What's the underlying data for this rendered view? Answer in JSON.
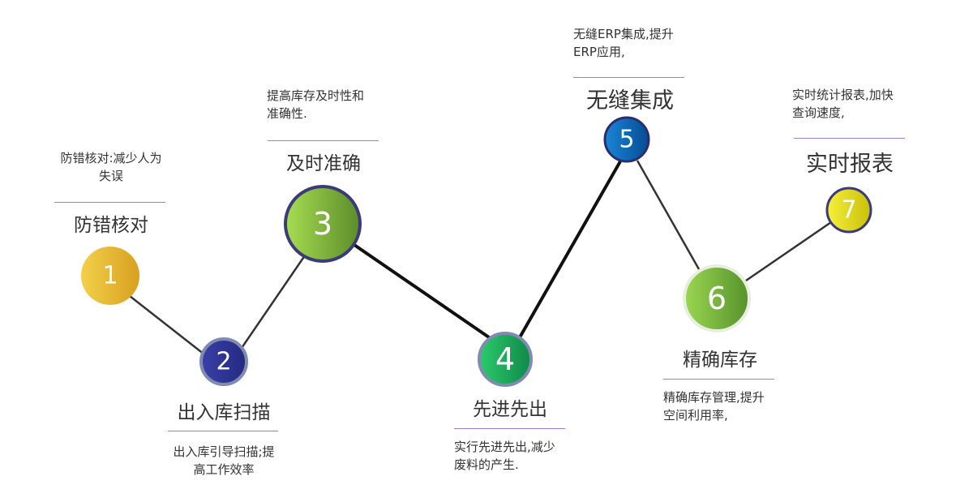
{
  "steps": [
    {
      "num": "1",
      "title": "防错核对",
      "desc_line1": "防错核对:减少人为",
      "desc_line2": "失误"
    },
    {
      "num": "2",
      "title": "出入库扫描",
      "desc_line1": "出入库引导扫描;提",
      "desc_line2": "高工作效率"
    },
    {
      "num": "3",
      "title": "及时准确",
      "desc_line1": "提高库存及时性和",
      "desc_line2": "准确性."
    },
    {
      "num": "4",
      "title": "先进先出",
      "desc_line1": "实行先进先出,减少",
      "desc_line2": "废料的产生."
    },
    {
      "num": "5",
      "title": "无缝集成",
      "desc_line1": "无缝ERP集成,提升",
      "desc_line2": "ERP应用,"
    },
    {
      "num": "6",
      "title": "精确库存",
      "desc_line1": "精确库存管理,提升",
      "desc_line2": "空间利用率,"
    },
    {
      "num": "7",
      "title": "实时报表",
      "desc_line1": "实时统计报表,加快",
      "desc_line2": "查询速度,"
    }
  ],
  "colors": {
    "node1": "#e8b730",
    "node2": "#2f3595",
    "node3": "#8cc63f",
    "node4": "#1daa5a",
    "node5": "#0b63b3",
    "node6": "#7dc142",
    "node7": "#e7e012",
    "connector": "#222222",
    "rule": "#9b7fd0"
  }
}
